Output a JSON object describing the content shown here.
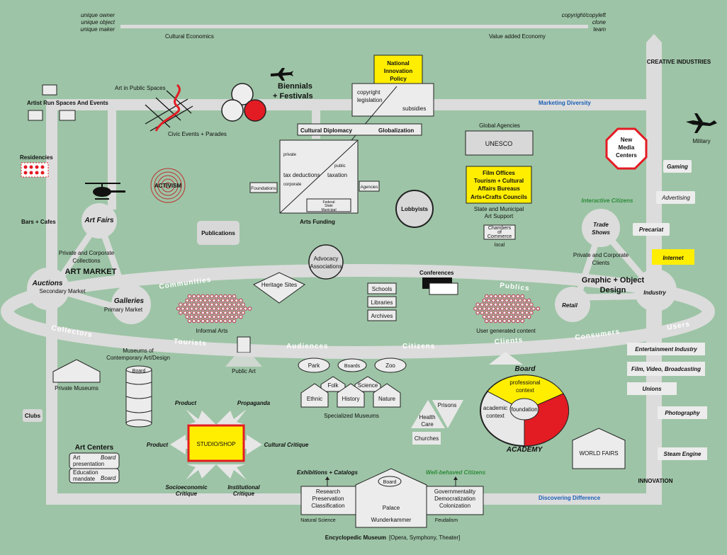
{
  "top": {
    "left_terms": [
      "unique owner",
      "unique object",
      "unique maker"
    ],
    "right_terms": [
      "copyright/copyleft",
      "clone",
      "team"
    ],
    "left_label": "Cultural Economics",
    "right_label": "Value added Economy"
  },
  "policy": {
    "national_innovation": "National Innovation Policy",
    "copyright": "copyright legislation",
    "subsidies": "subsidies",
    "cultural_diplomacy": "Cultural Diplomacy",
    "globalization": "Globalization",
    "global_agencies": "Global Agencies",
    "unesco": "UNESCO",
    "film_offices": [
      "Film Offices",
      "Tourism + Cultural",
      "Affairs Bureaus",
      "Arts+Crafts Councils"
    ],
    "state_support": [
      "State and Municipal",
      "Art Support"
    ],
    "chambers": [
      "Chambers",
      "of",
      "Commerce"
    ],
    "local": "local",
    "lobbyists": "Lobbyists",
    "advocacy": [
      "Advocacy",
      "Associations"
    ]
  },
  "arts_funding": {
    "private": "private",
    "public": "public",
    "tax_deductions": "tax deductions",
    "taxation": "taxation",
    "corporate": "corporate",
    "levels": [
      "Federal",
      "State",
      "Municipal"
    ],
    "foundations": "Foundations",
    "agencies": "Agencies",
    "caption": "Arts Funding"
  },
  "festivals": {
    "biennials": "Biennials",
    "festivals": "+ Festivals",
    "art_public_spaces": "Art in Public Spaces",
    "civic_events": "Civic Events + Parades",
    "activism": "ACTIVISM",
    "publications": "Publications"
  },
  "left": {
    "artist_run": "Artist Run Spaces And Events",
    "residencies": "Residencies",
    "bars": "Bars + Cafes",
    "art_fairs": "Art Fairs",
    "collections": [
      "Private and Corporate",
      "Collections"
    ],
    "art_market": "ART MARKET",
    "auctions": "Auctions",
    "secondary_market": "Secondary Market",
    "galleries": "Galleries",
    "primary_market": "Primary Market",
    "museums_contemporary": [
      "Museums of",
      "Contemporary Art/Design"
    ],
    "board": "Board",
    "private_museums": "Private Museums",
    "clubs": "Clubs",
    "art_centers": "Art Centers",
    "art_presentation": [
      "Art",
      "presentation"
    ],
    "education_mandate": [
      "Education",
      "mandate"
    ]
  },
  "ring": {
    "communities": "Communities",
    "publics": "Publics",
    "collectors": "Collectors",
    "tourists": "Tourists",
    "audiences": "Audiences",
    "citizens": "Citizens",
    "clients": "Clients",
    "consumers": "Consumers",
    "users": "Users",
    "heritage_sites": "Heritage Sites",
    "schools": "Schools",
    "libraries": "Libraries",
    "archives": "Archives",
    "conferences": "Conferences",
    "informal_arts": "Informal Arts",
    "user_generated": "User generated content",
    "public_art": "Public Art"
  },
  "right": {
    "creative_industries": "CREATIVE INDUSTRIES",
    "marketing_diversity": "Marketing Diversity",
    "military": "Military",
    "new_media": [
      "New",
      "Media",
      "Centers"
    ],
    "gaming": "Gaming",
    "advertising": "Advertising",
    "interactive_citizens": "Interactive Citizens",
    "precariat": "Precariat",
    "internet": "Internet",
    "trade_shows": [
      "Trade",
      "Shows"
    ],
    "private_clients": [
      "Private and Corporate",
      "Clients"
    ],
    "graphic_design": [
      "Graphic + Object",
      "Design"
    ],
    "retail": "Retail",
    "industry": "Industry",
    "entertainment": "Entertainment Industry",
    "film": "Film, Video, Broadcasting",
    "unions": "Unions",
    "photography": "Photography",
    "steam_engine": "Steam Engine",
    "world_fairs": "WORLD FAIRS",
    "innovation": "INNOVATION",
    "discovering_difference": "Discovering Difference"
  },
  "center": {
    "park": "Park",
    "boards": "Boards",
    "zoo": "Zoo",
    "folk": "Folk",
    "science": "Science",
    "ethnic": "Ethnic",
    "history": "History",
    "nature": "Nature",
    "specialized_museums": "Specialized Museums",
    "health_care": [
      "Health",
      "Care"
    ],
    "prisons": "Prisons",
    "churches": "Churches",
    "studio": "STUDIO/SHOP",
    "product_top": "Product",
    "propaganda": "Propaganda",
    "product_left": "Product",
    "cultural_critique": "Cultural Critique",
    "socioeconomic": [
      "Socioeconomic",
      "Critique"
    ],
    "institutional": [
      "Institutional",
      "Critique"
    ]
  },
  "academy": {
    "board": "Board",
    "professional": [
      "professional",
      "context"
    ],
    "academic": [
      "academic",
      "context"
    ],
    "foundation": "foundation",
    "label": "ACADEMY"
  },
  "bottom": {
    "exhibitions": "Exhibitions + Catalogs",
    "well_behaved": "Well-behaved Citizens",
    "research": [
      "Research",
      "Preservation",
      "Classification"
    ],
    "board": "Board",
    "palace": "Palace",
    "wunderkammer": "Wunderkammer",
    "governmentality": [
      "Governmentality",
      "Democratization",
      "Colonization"
    ],
    "natural_science": "Natural Science",
    "feudalism": "Feudalism",
    "encyclopedic": "Encyclopedic Museum",
    "encyclopedic_note": "[Opera, Symphony, Theater]"
  },
  "colors": {
    "background": "#9dc4a6",
    "road": "#dcdcdc",
    "yellow": "#ffee00",
    "red": "#e31b23",
    "blue": "#1a5fb4",
    "green": "#2e8b3a"
  }
}
